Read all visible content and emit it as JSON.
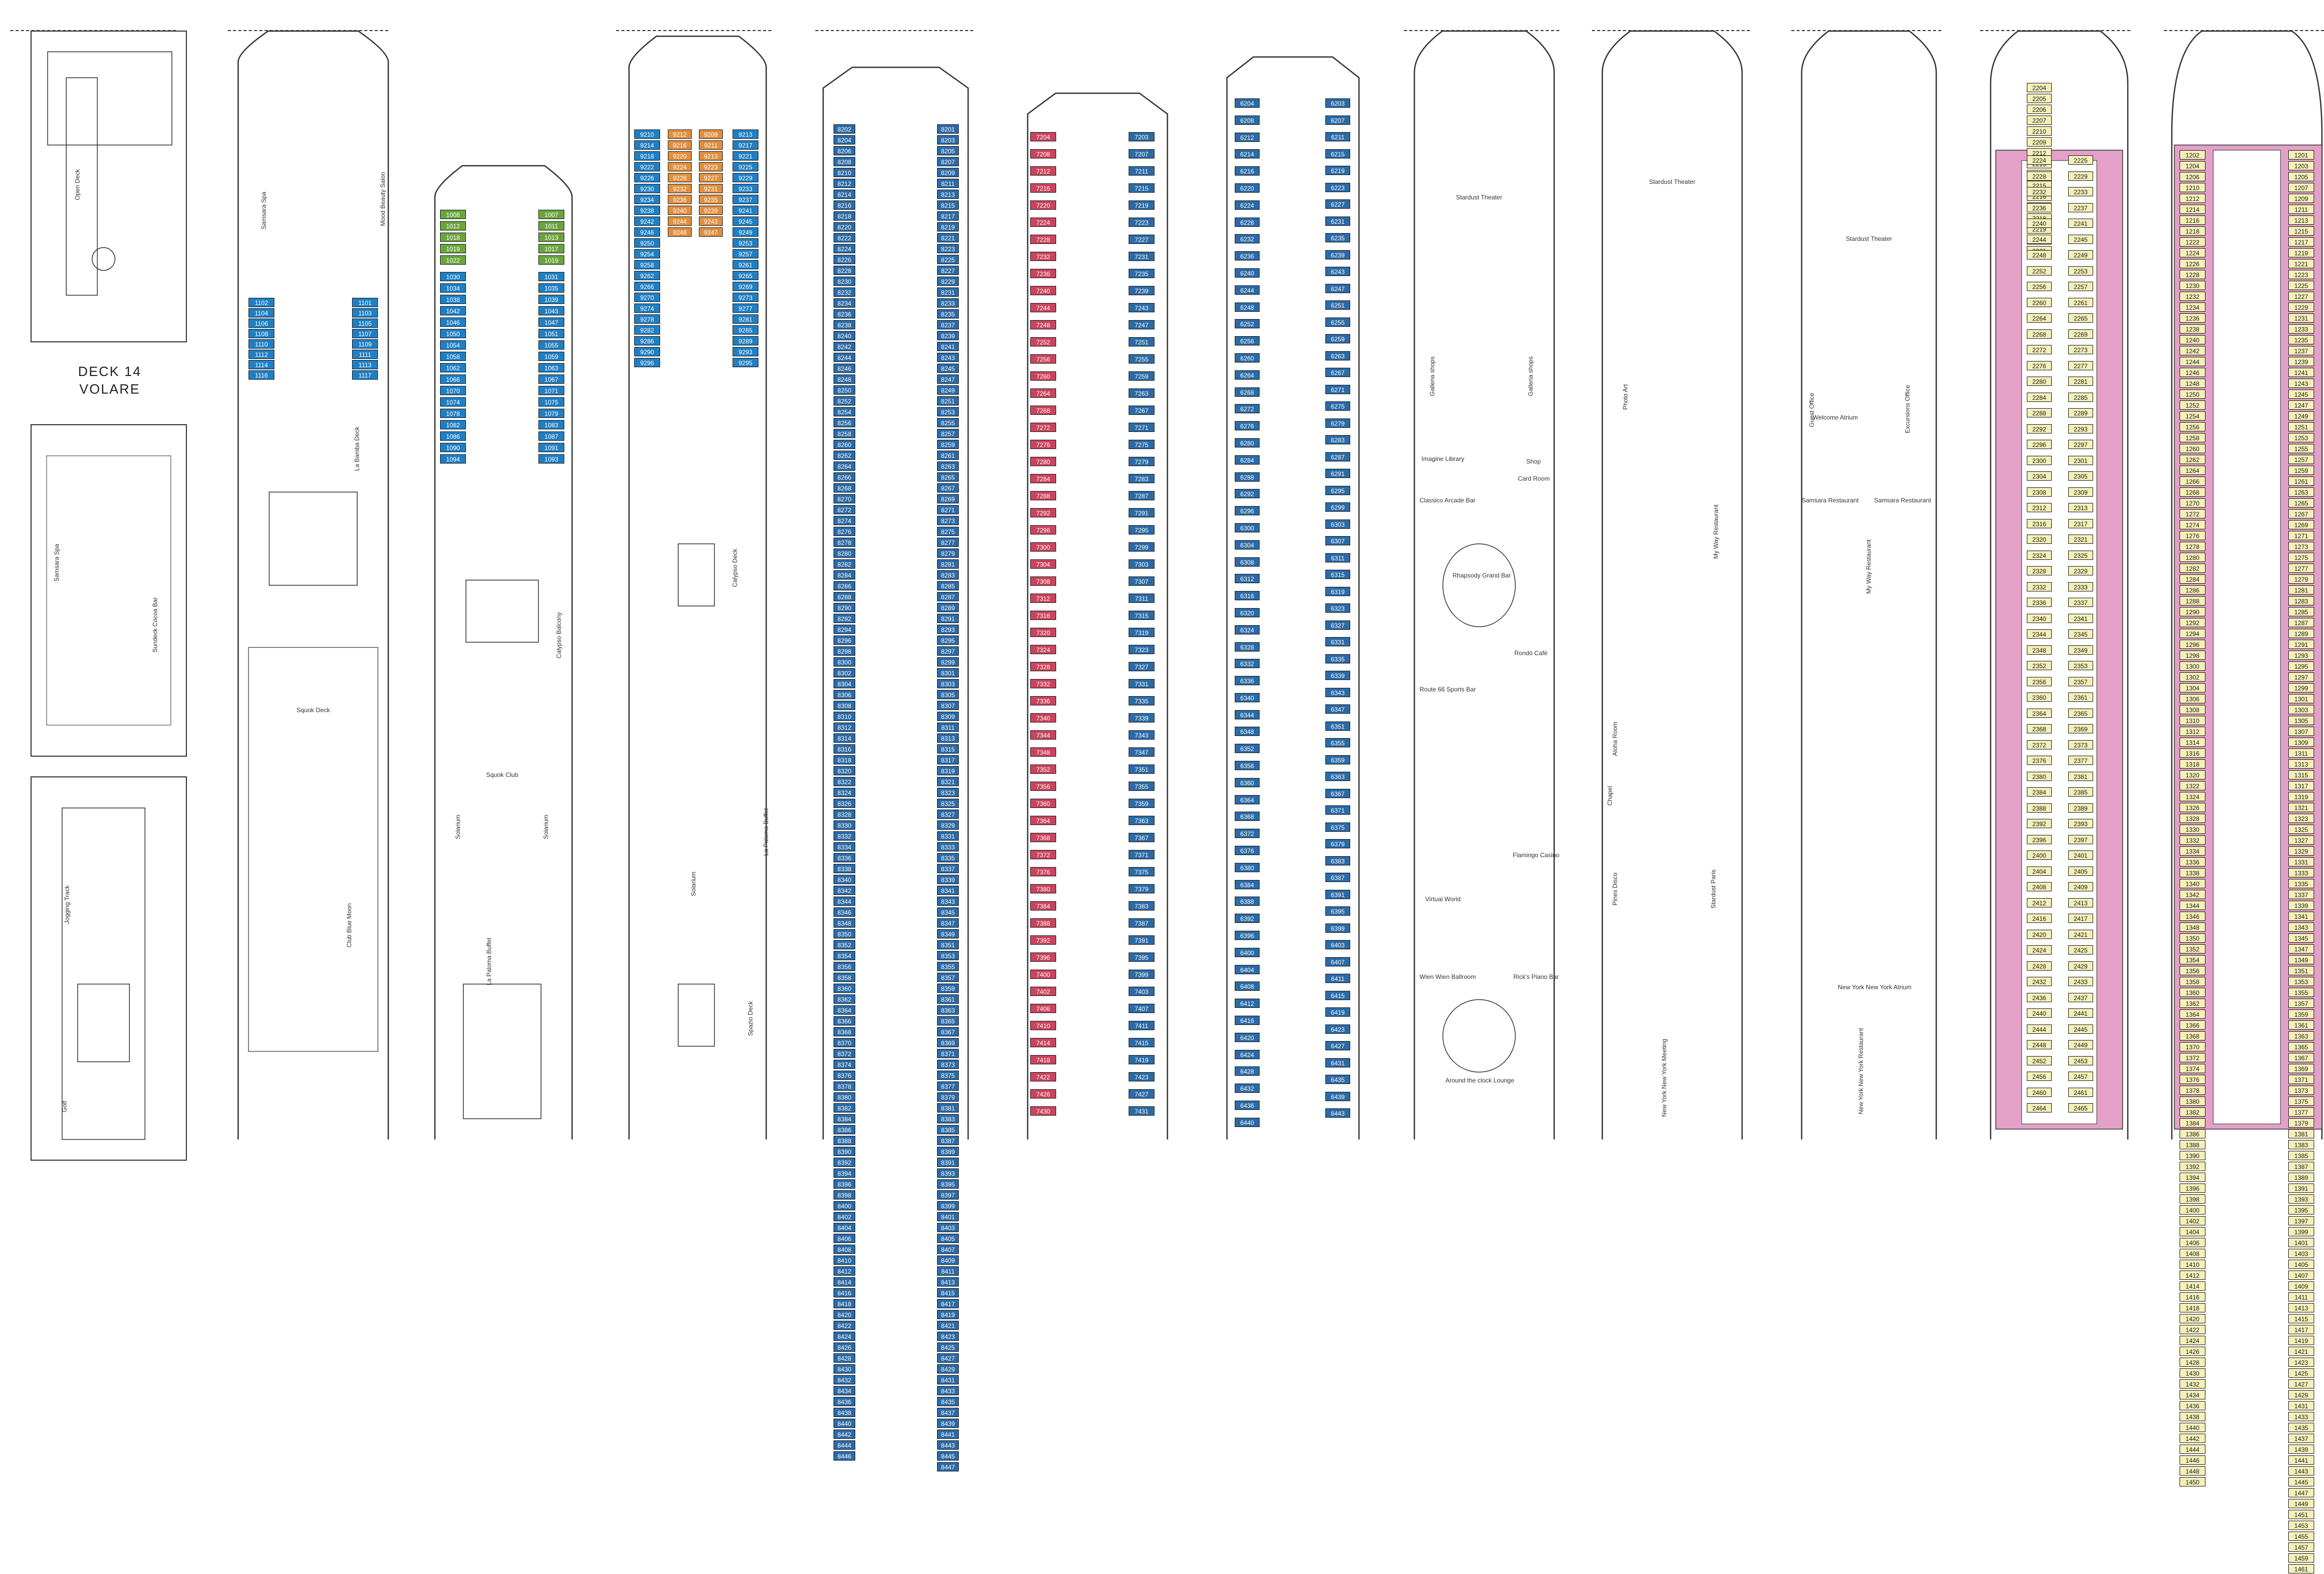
{
  "colors": {
    "outline": "#333333",
    "inside": "#c6c6c6",
    "ocean_view": "#1f7fc4",
    "balcony_blue": "#2b6aa6",
    "balcony_orange": "#e08f3e",
    "suite_red": "#c9445c",
    "spa_pink": "#e3a1c8",
    "green": "#6aa53c",
    "yellow": "#d8d44a",
    "grey": "#a0a0a0",
    "cream": "#f4f0b8"
  },
  "deck14": {
    "title": "DECK 14",
    "subtitle": "VOLARE",
    "venues": [
      "Open Deck",
      "Samsara Spa",
      "Sundeck Cocoa Bar",
      "Jogging Track",
      "Golf"
    ]
  },
  "deck13": {
    "venues": [
      "Samsara Spa",
      "Mood Beauty Salon",
      "La Bamba Deck",
      "Squok Deck",
      "Club Blue Moon"
    ],
    "cabins_left": [
      "1102",
      "1104",
      "1106",
      "1108",
      "1110",
      "1112",
      "1114",
      "1116"
    ],
    "cabins_right": [
      "1101",
      "1103",
      "1105",
      "1107",
      "1109",
      "1111",
      "1113",
      "1117"
    ]
  },
  "deck12": {
    "venues": [
      "Calypso Balcony",
      "Squok Club",
      "Solarium",
      "Solarium",
      "La Paloma Buffet"
    ],
    "cabins_green_l": [
      "1008",
      "1012",
      "1018",
      "1019",
      "1022"
    ],
    "cabins_green_r": [
      "1007",
      "1011",
      "1013",
      "1017",
      "1019"
    ],
    "cabins_blue_l": [
      "1030",
      "1034",
      "1038",
      "1042",
      "1046",
      "1050",
      "1054",
      "1058",
      "1062",
      "1066",
      "1070",
      "1074",
      "1078",
      "1082",
      "1086",
      "1090",
      "1094"
    ],
    "cabins_blue_r": [
      "1031",
      "1035",
      "1039",
      "1043",
      "1047",
      "1051",
      "1055",
      "1059",
      "1063",
      "1067",
      "1071",
      "1075",
      "1079",
      "1083",
      "1087",
      "1091",
      "1093"
    ]
  },
  "deck11": {
    "venues": [
      "Calypso Deck",
      "La Paloma Buffet",
      "Solarium",
      "Spazio Deck"
    ],
    "cabins_l": [
      "9210",
      "9214",
      "9218",
      "9222",
      "9226",
      "9230",
      "9234",
      "9238",
      "9242",
      "9246",
      "9250",
      "9254",
      "9258",
      "9262",
      "9266",
      "9270",
      "9274",
      "9278",
      "9282",
      "9286",
      "9290",
      "9296"
    ],
    "cabins_c1": [
      "9212",
      "9216",
      "9220",
      "9224",
      "9228",
      "9232",
      "9236",
      "9240",
      "9244",
      "9248"
    ],
    "cabins_c2": [
      "9209",
      "9211",
      "9213",
      "9223",
      "9227",
      "9231",
      "9235",
      "9239",
      "9243",
      "9247"
    ],
    "cabins_r": [
      "9213",
      "9217",
      "9221",
      "9225",
      "9229",
      "9233",
      "9237",
      "9241",
      "9245",
      "9249",
      "9253",
      "9257",
      "9261",
      "9265",
      "9269",
      "9273",
      "9277",
      "9281",
      "9285",
      "9289",
      "9293",
      "9295"
    ]
  },
  "deck10": {
    "cabins_l": [
      "8202",
      "8204",
      "8206",
      "8208",
      "8210",
      "8212",
      "8214",
      "8216",
      "8218",
      "8220",
      "8222",
      "8224",
      "8226",
      "8228",
      "8230",
      "8232",
      "8234",
      "8236",
      "8238",
      "8240",
      "8242",
      "8244",
      "8246",
      "8248",
      "8250",
      "8252",
      "8254",
      "8256",
      "8258",
      "8260",
      "8262",
      "8264",
      "8266",
      "8268",
      "8270",
      "8272",
      "8274",
      "8276",
      "8278",
      "8280",
      "8282",
      "8284",
      "8286",
      "8288",
      "8290",
      "8292",
      "8294",
      "8296",
      "8298",
      "8300",
      "8302",
      "8304",
      "8306",
      "8308",
      "8310",
      "8312",
      "8314",
      "8316",
      "8318",
      "8320",
      "8322",
      "8324",
      "8326",
      "8328",
      "8330",
      "8332",
      "8334",
      "8336",
      "8338",
      "8340",
      "8342",
      "8344",
      "8346",
      "8348",
      "8350",
      "8352",
      "8354",
      "8356",
      "8358",
      "8360",
      "8362",
      "8364",
      "8366",
      "8368",
      "8370",
      "8372",
      "8374",
      "8376",
      "8378",
      "8380",
      "8382",
      "8384",
      "8386",
      "8388",
      "8390",
      "8392",
      "8394",
      "8396",
      "8398",
      "8400",
      "8402",
      "8404",
      "8406",
      "8408",
      "8410",
      "8412",
      "8414",
      "8416",
      "8418",
      "8420",
      "8422",
      "8424",
      "8426",
      "8428",
      "8430",
      "8432",
      "8434",
      "8436",
      "8438",
      "8440",
      "8442",
      "8444",
      "8446"
    ],
    "cabins_r": [
      "8201",
      "8203",
      "8205",
      "8207",
      "8209",
      "8211",
      "8213",
      "8215",
      "8217",
      "8219",
      "8221",
      "8223",
      "8225",
      "8227",
      "8229",
      "8231",
      "8233",
      "8235",
      "8237",
      "8239",
      "8241",
      "8243",
      "8245",
      "8247",
      "8249",
      "8251",
      "8253",
      "8255",
      "8257",
      "8259",
      "8261",
      "8263",
      "8265",
      "8267",
      "8269",
      "8271",
      "8273",
      "8275",
      "8277",
      "8279",
      "8281",
      "8283",
      "8285",
      "8287",
      "8289",
      "8291",
      "8293",
      "8295",
      "8297",
      "8299",
      "8301",
      "8303",
      "8305",
      "8307",
      "8309",
      "8311",
      "8313",
      "8315",
      "8317",
      "8319",
      "8321",
      "8323",
      "8325",
      "8327",
      "8329",
      "8331",
      "8333",
      "8335",
      "8337",
      "8339",
      "8341",
      "8343",
      "8345",
      "8347",
      "8349",
      "8351",
      "8353",
      "8355",
      "8357",
      "8359",
      "8361",
      "8363",
      "8365",
      "8367",
      "8369",
      "8371",
      "8373",
      "8375",
      "8377",
      "8379",
      "8381",
      "8383",
      "8385",
      "8387",
      "8389",
      "8391",
      "8393",
      "8395",
      "8397",
      "8399",
      "8401",
      "8403",
      "8405",
      "8407",
      "8409",
      "8411",
      "8413",
      "8415",
      "8417",
      "8419",
      "8421",
      "8423",
      "8425",
      "8427",
      "8429",
      "8431",
      "8433",
      "8435",
      "8437",
      "8439",
      "8441",
      "8443",
      "8445",
      "8447"
    ]
  },
  "deck9": {
    "cabins_l": [
      "7204",
      "7208",
      "7212",
      "7216",
      "7220",
      "7224",
      "7228",
      "7232",
      "7236",
      "7240",
      "7244",
      "7248",
      "7252",
      "7256",
      "7260",
      "7264",
      "7268",
      "7272",
      "7276",
      "7280",
      "7284",
      "7288",
      "7292",
      "7296",
      "7300",
      "7304",
      "7308",
      "7312",
      "7316",
      "7320",
      "7324",
      "7328",
      "7332",
      "7336",
      "7340",
      "7344",
      "7348",
      "7352",
      "7356",
      "7360",
      "7364",
      "7368",
      "7372",
      "7376",
      "7380",
      "7384",
      "7388",
      "7392",
      "7396",
      "7400",
      "7402",
      "7406",
      "7410",
      "7414",
      "7418",
      "7422",
      "7426",
      "7430"
    ],
    "cabins_r": [
      "7203",
      "7207",
      "7211",
      "7215",
      "7219",
      "7223",
      "7227",
      "7231",
      "7235",
      "7239",
      "7243",
      "7247",
      "7251",
      "7255",
      "7259",
      "7263",
      "7267",
      "7271",
      "7275",
      "7279",
      "7283",
      "7287",
      "7291",
      "7295",
      "7299",
      "7303",
      "7307",
      "7311",
      "7315",
      "7319",
      "7323",
      "7327",
      "7331",
      "7335",
      "7339",
      "7343",
      "7347",
      "7351",
      "7355",
      "7359",
      "7363",
      "7367",
      "7371",
      "7375",
      "7379",
      "7383",
      "7387",
      "7391",
      "7395",
      "7399",
      "7403",
      "7407",
      "7411",
      "7415",
      "7419",
      "7423",
      "7427",
      "7431"
    ]
  },
  "deck8": {
    "cabins_l": [
      "6204",
      "6208",
      "6212",
      "6214",
      "6216",
      "6220",
      "6224",
      "6228",
      "6232",
      "6236",
      "6240",
      "6244",
      "6248",
      "6252",
      "6256",
      "6260",
      "6264",
      "6268",
      "6272",
      "6276",
      "6280",
      "6284",
      "6288",
      "6292",
      "6296",
      "6300",
      "6304",
      "6308",
      "6312",
      "6316",
      "6320",
      "6324",
      "6328",
      "6332",
      "6336",
      "6340",
      "6344",
      "6348",
      "6352",
      "6356",
      "6360",
      "6364",
      "6368",
      "6372",
      "6376",
      "6380",
      "6384",
      "6388",
      "6392",
      "6396",
      "6400",
      "6404",
      "6408",
      "6412",
      "6416",
      "6420",
      "6424",
      "6428",
      "6432",
      "6436",
      "6440"
    ],
    "cabins_r": [
      "6203",
      "6207",
      "6211",
      "6215",
      "6219",
      "6223",
      "6227",
      "6231",
      "6235",
      "6239",
      "6243",
      "6247",
      "6251",
      "6255",
      "6259",
      "6263",
      "6267",
      "6271",
      "6275",
      "6279",
      "6283",
      "6287",
      "6291",
      "6295",
      "6299",
      "6303",
      "6307",
      "6311",
      "6315",
      "6319",
      "6323",
      "6327",
      "6331",
      "6335",
      "6339",
      "6343",
      "6347",
      "6351",
      "6355",
      "6359",
      "6363",
      "6367",
      "6371",
      "6375",
      "6379",
      "6383",
      "6387",
      "6391",
      "6395",
      "6399",
      "6403",
      "6407",
      "6411",
      "6415",
      "6419",
      "6423",
      "6427",
      "6431",
      "6435",
      "6439",
      "6443"
    ]
  },
  "deck7": {
    "venues": [
      "Stardust Theater",
      "Galleria shops",
      "Galleria shops",
      "Imagine Library",
      "Shop",
      "Card Room",
      "Classico Arcade Bar",
      "Rhapsody Grand Bar",
      "Rondò Cafè",
      "Route 66 Sports Bar",
      "Flamingo Casino",
      "Virtual World",
      "Wien Wien Ballroom",
      "Rick's Piano Bar",
      "Around the clock Lounge"
    ]
  },
  "deck6": {
    "venues": [
      "Stardust Theater",
      "Photo Art",
      "My Way Restaurant",
      "Aloha Room",
      "Chapel",
      "Pines Disco",
      "Stardust Paris",
      "New York New York Meeting"
    ]
  },
  "deck5": {
    "venues": [
      "Stardust Theater",
      "Guest Office",
      "Welcome Atrium",
      "Excursions Office",
      "Samsara Restaurant",
      "Samsara Restaurant",
      "My Way Restaurant",
      "New York New York Atrium",
      "New York New York Restaurant"
    ]
  },
  "deck4": {
    "cabins_fwd": [
      "2204",
      "2205",
      "2206",
      "2207",
      "2210",
      "2209",
      "2212",
      "2213",
      "2214",
      "2215",
      "2216",
      "2217",
      "2218",
      "2219",
      "2220",
      "2221"
    ],
    "cabins_l": [
      "2224",
      "2228",
      "2232",
      "2236",
      "2240",
      "2244",
      "2248",
      "2252",
      "2256",
      "2260",
      "2264",
      "2268",
      "2272",
      "2276",
      "2280",
      "2284",
      "2288",
      "2292",
      "2296",
      "2300",
      "2304",
      "2308",
      "2312",
      "2316",
      "2320",
      "2324",
      "2328",
      "2332",
      "2336",
      "2340",
      "2344",
      "2348",
      "2352",
      "2356",
      "2360",
      "2364",
      "2368",
      "2372",
      "2376",
      "2380",
      "2384",
      "2388",
      "2392",
      "2396",
      "2400",
      "2404",
      "2408",
      "2412",
      "2416",
      "2420",
      "2424",
      "2428",
      "2432",
      "2436",
      "2440",
      "2444",
      "2448",
      "2452",
      "2456",
      "2460",
      "2464"
    ],
    "cabins_c": [
      "2225",
      "2229",
      "2233",
      "2237",
      "2241",
      "2245",
      "2249",
      "2253",
      "2257",
      "2261",
      "2265",
      "2269",
      "2273",
      "2277",
      "2281",
      "2285",
      "2289",
      "2293",
      "2297",
      "2301",
      "2305",
      "2309",
      "2313",
      "2317",
      "2321",
      "2325",
      "2329",
      "2333",
      "2337",
      "2341",
      "2345",
      "2349",
      "2353",
      "2357",
      "2361",
      "2365",
      "2369",
      "2373",
      "2377",
      "2381",
      "2385",
      "2389",
      "2393",
      "2397",
      "2401",
      "2405",
      "2409",
      "2413",
      "2417",
      "2421",
      "2425",
      "2429",
      "2433",
      "2437",
      "2441",
      "2445",
      "2449",
      "2453",
      "2457",
      "2461",
      "2465"
    ]
  },
  "deck3": {
    "cabins_l": [
      "1202",
      "1204",
      "1206",
      "1210",
      "1212",
      "1214",
      "1216",
      "1218",
      "1222",
      "1224",
      "1226",
      "1228",
      "1230",
      "1232",
      "1234",
      "1236",
      "1238",
      "1240",
      "1242",
      "1244",
      "1246",
      "1248",
      "1250",
      "1252",
      "1254",
      "1256",
      "1258",
      "1260",
      "1262",
      "1264",
      "1266",
      "1268",
      "1270",
      "1272",
      "1274",
      "1276",
      "1278",
      "1280",
      "1282",
      "1284",
      "1286",
      "1288",
      "1290",
      "1292",
      "1294",
      "1296",
      "1298",
      "1300",
      "1302",
      "1304",
      "1306",
      "1308",
      "1310",
      "1312",
      "1314",
      "1316",
      "1318",
      "1320",
      "1322",
      "1324",
      "1326",
      "1328",
      "1330",
      "1332",
      "1334",
      "1336",
      "1338",
      "1340",
      "1342",
      "1344",
      "1346",
      "1348",
      "1350",
      "1352",
      "1354",
      "1356",
      "1358",
      "1360",
      "1362",
      "1364",
      "1366",
      "1368",
      "1370",
      "1372",
      "1374",
      "1376",
      "1378",
      "1380",
      "1382",
      "1384",
      "1386",
      "1388",
      "1390",
      "1392",
      "1394",
      "1396",
      "1398",
      "1400",
      "1402",
      "1404",
      "1406",
      "1408",
      "1410",
      "1412",
      "1414",
      "1416",
      "1418",
      "1420",
      "1422",
      "1424",
      "1426",
      "1428",
      "1430",
      "1432",
      "1434",
      "1436",
      "1438",
      "1440",
      "1442",
      "1444",
      "1446",
      "1448",
      "1450"
    ],
    "cabins_r": [
      "1201",
      "1203",
      "1205",
      "1207",
      "1209",
      "1211",
      "1213",
      "1215",
      "1217",
      "1219",
      "1221",
      "1223",
      "1225",
      "1227",
      "1229",
      "1231",
      "1233",
      "1235",
      "1237",
      "1239",
      "1241",
      "1243",
      "1245",
      "1247",
      "1249",
      "1251",
      "1253",
      "1255",
      "1257",
      "1259",
      "1261",
      "1263",
      "1265",
      "1267",
      "1269",
      "1271",
      "1273",
      "1275",
      "1277",
      "1279",
      "1281",
      "1283",
      "1285",
      "1287",
      "1289",
      "1291",
      "1293",
      "1295",
      "1297",
      "1299",
      "1301",
      "1303",
      "1305",
      "1307",
      "1309",
      "1311",
      "1313",
      "1315",
      "1317",
      "1319",
      "1321",
      "1323",
      "1325",
      "1327",
      "1329",
      "1331",
      "1333",
      "1335",
      "1337",
      "1339",
      "1341",
      "1343",
      "1345",
      "1347",
      "1349",
      "1351",
      "1353",
      "1355",
      "1357",
      "1359",
      "1361",
      "1363",
      "1365",
      "1367",
      "1369",
      "1371",
      "1373",
      "1375",
      "1377",
      "1379",
      "1381",
      "1383",
      "1385",
      "1387",
      "1389",
      "1391",
      "1393",
      "1395",
      "1397",
      "1399",
      "1401",
      "1403",
      "1405",
      "1407",
      "1409",
      "1411",
      "1413",
      "1415",
      "1417",
      "1419",
      "1421",
      "1423",
      "1425",
      "1427",
      "1429",
      "1431",
      "1433",
      "1435",
      "1437",
      "1439",
      "1441",
      "1443",
      "1445",
      "1447",
      "1449",
      "1451",
      "1453",
      "1455",
      "1457",
      "1459",
      "1461"
    ]
  }
}
